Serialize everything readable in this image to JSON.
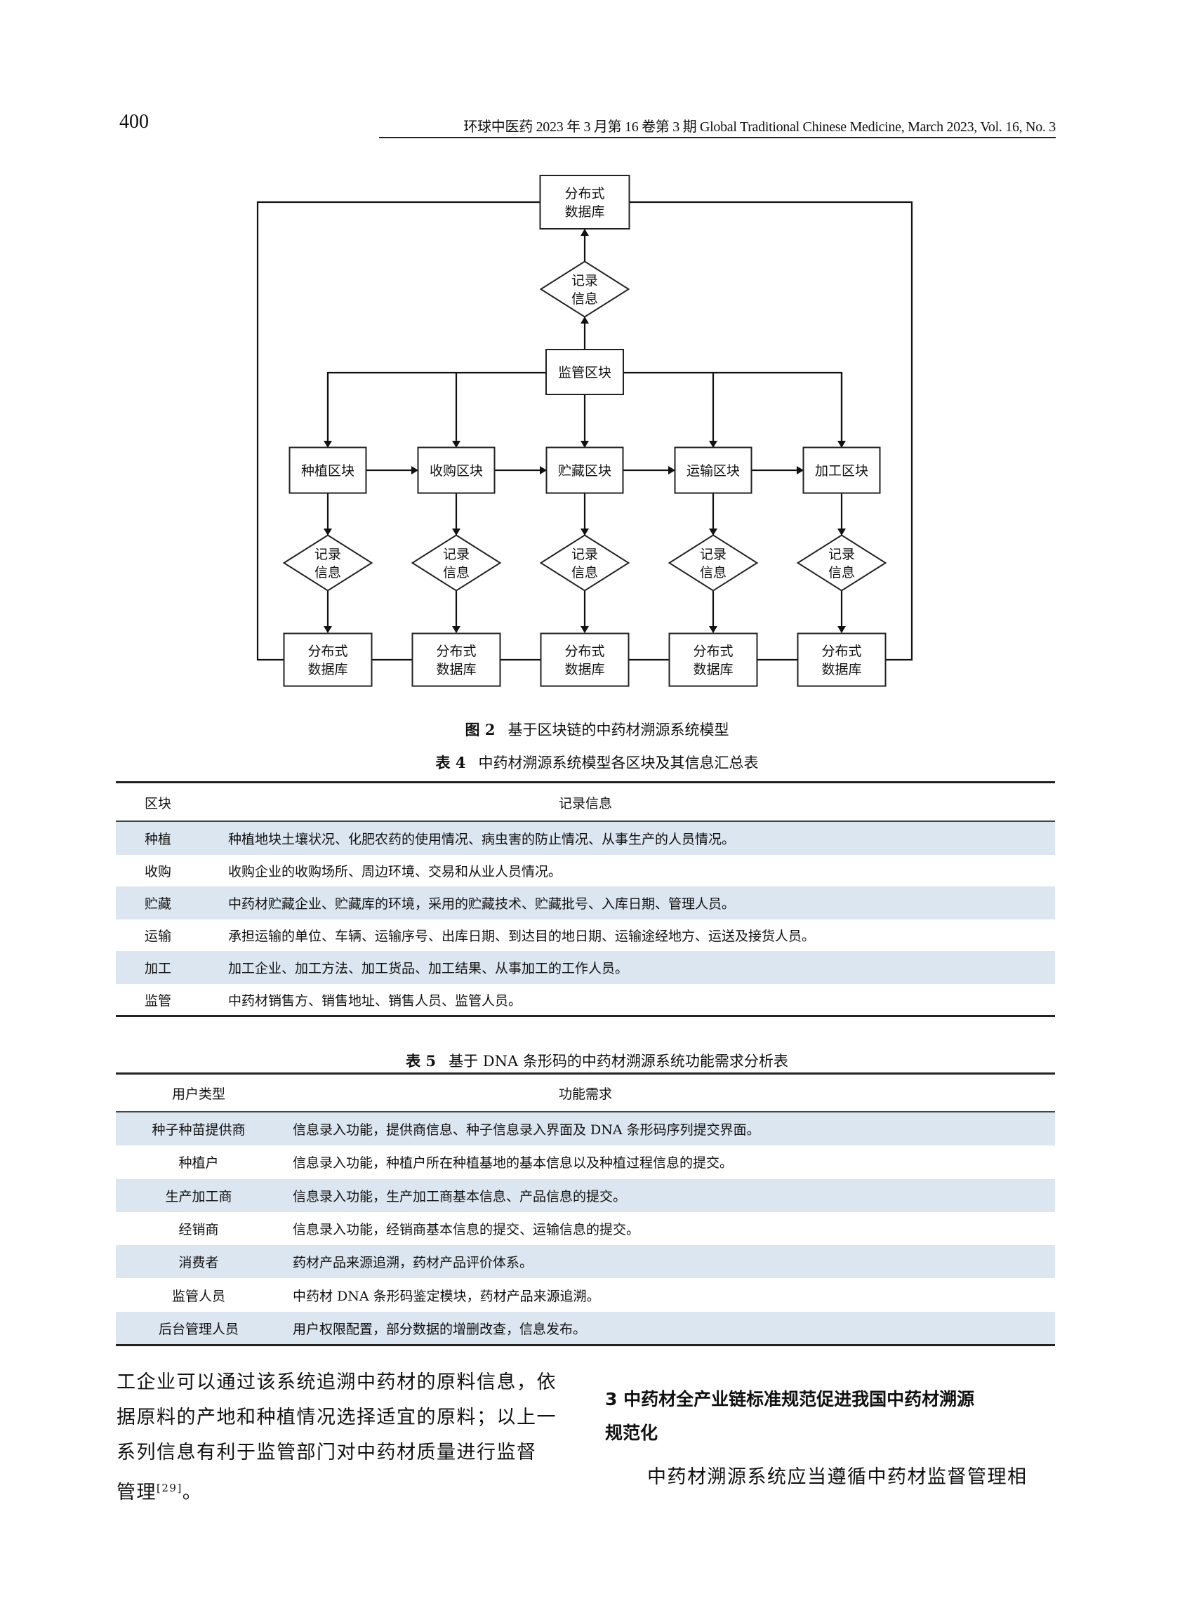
{
  "header": {
    "page_number": "400",
    "running_head": "环球中医药 2023 年 3 月第 16 卷第 3 期   Global Traditional Chinese Medicine, March 2023, Vol. 16, No. 3"
  },
  "figure": {
    "label": "图 2",
    "caption": "基于区块链的中药材溯源系统模型",
    "top_database": "分布式\n数据库",
    "top_database_lines": [
      "分布式",
      "数据库"
    ],
    "top_record": [
      "记录",
      "信息"
    ],
    "supervision_block": "监管区块",
    "blocks": [
      "种植区块",
      "收购区块",
      "贮藏区块",
      "运输区块",
      "加工区块"
    ],
    "record_lines": [
      "记录",
      "信息"
    ],
    "database_lines": [
      "分布式",
      "数据库"
    ]
  },
  "table4": {
    "label": "表 4",
    "title": "中药材溯源系统模型各区块及其信息汇总表",
    "headers": [
      "区块",
      "记录信息"
    ],
    "rows": [
      {
        "block": "种植",
        "info": "种植地块土壤状况、化肥农药的使用情况、病虫害的防止情况、从事生产的人员情况。"
      },
      {
        "block": "收购",
        "info": "收购企业的收购场所、周边环境、交易和从业人员情况。"
      },
      {
        "block": "贮藏",
        "info": "中药材贮藏企业、贮藏库的环境，采用的贮藏技术、贮藏批号、入库日期、管理人员。"
      },
      {
        "block": "运输",
        "info": "承担运输的单位、车辆、运输序号、出库日期、到达目的地日期、运输途经地方、运送及接货人员。"
      },
      {
        "block": "加工",
        "info": "加工企业、加工方法、加工货品、加工结果、从事加工的工作人员。"
      },
      {
        "block": "监管",
        "info": "中药材销售方、销售地址、销售人员、监管人员。"
      }
    ]
  },
  "table5": {
    "label": "表 5",
    "title": "基于 DNA 条形码的中药材溯源系统功能需求分析表",
    "headers": [
      "用户类型",
      "功能需求"
    ],
    "rows": [
      {
        "user": "种子种苗提供商",
        "req": "信息录入功能，提供商信息、种子信息录入界面及 DNA 条形码序列提交界面。"
      },
      {
        "user": "种植户",
        "req": "信息录入功能，种植户所在种植基地的基本信息以及种植过程信息的提交。"
      },
      {
        "user": "生产加工商",
        "req": "信息录入功能，生产加工商基本信息、产品信息的提交。"
      },
      {
        "user": "经销商",
        "req": "信息录入功能，经销商基本信息的提交、运输信息的提交。"
      },
      {
        "user": "消费者",
        "req": "药材产品来源追溯，药材产品评价体系。"
      },
      {
        "user": "监管人员",
        "req": "中药材 DNA 条形码鉴定模块，药材产品来源追溯。"
      },
      {
        "user": "后台管理人员",
        "req": "用户权限配置，部分数据的增删改查，信息发布。"
      }
    ]
  },
  "left_column": {
    "lines": [
      "工企业可以通过该系统追溯中药材的原料信息，依",
      "据原料的产地和种植情况选择适宜的原料；以上一",
      "系列信息有利于监管部门对中药材质量进行监督"
    ],
    "last_line": "管理",
    "citation": "[29]",
    "end_punct": "。"
  },
  "right_column": {
    "section_title_line1": "3   中药材全产业链标准规范促进我国中药材溯源",
    "section_title_line2": "规范化",
    "paragraph_start": "中药材溯源系统应当遵循中药材监督管理相"
  }
}
